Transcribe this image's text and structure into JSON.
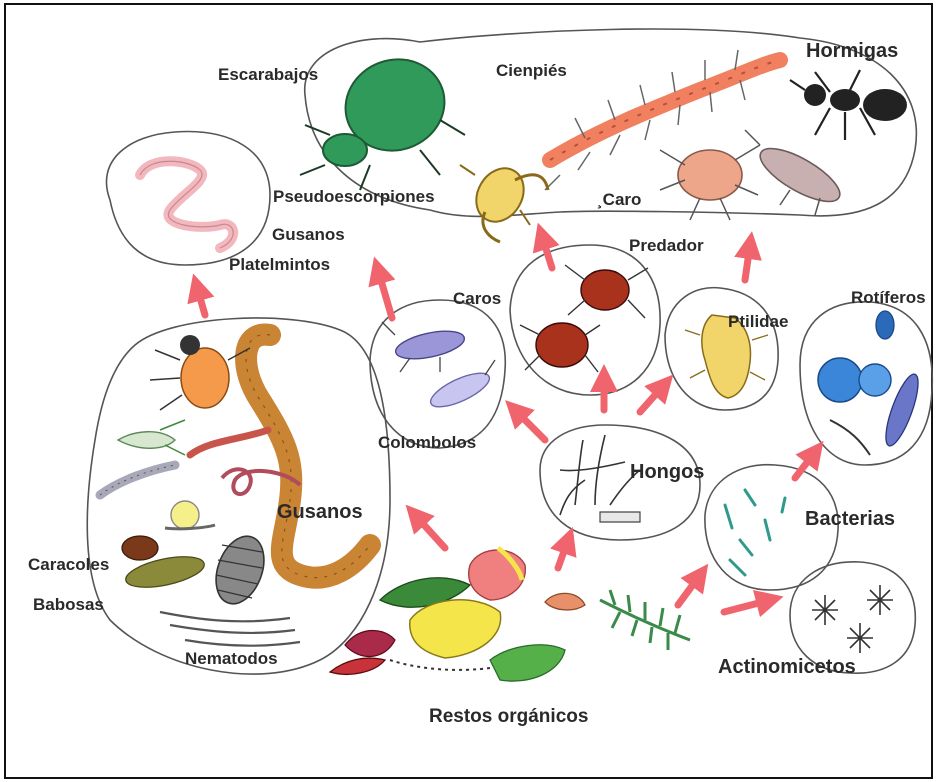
{
  "labels": {
    "escarabajos": "Escarabajos",
    "cienpies": "Cienpiés",
    "hormigas": "Hormigas",
    "pseudoescorpiones": "Pseudoescorpiones",
    "caro": "¸Caro",
    "gusanos_top": "Gusanos",
    "platelmintos": "Platelmintos",
    "predador": "Predador",
    "caros": "Caros",
    "ptilidae": "Ptilidae",
    "rotiferos": "Rotíferos",
    "colombolos": "Colombolos",
    "hongos": "Hongos",
    "gusanos_main": "Gusanos",
    "bacterias": "Bacterias",
    "caracoles": "Caracoles",
    "babosas": "Babosas",
    "nematodos": "Nematodos",
    "actinomicetos": "Actinomicetos",
    "restos": "Restos orgánicos"
  },
  "colors": {
    "arrow": "#f0646e",
    "outline": "#444444",
    "beetle": "#2f9a5a",
    "centipede": "#f08060",
    "ant": "#222222",
    "mite_orange": "#f59a4a",
    "mite_red": "#a8321c",
    "worm_brown": "#c98434",
    "flatworm": "#f2b8bd",
    "springtail": "#9a96d8",
    "rotifer": "#3b86d8",
    "bacteria": "#2f9a8c",
    "leaf_green": "#55b04a",
    "yellow": "#f4e64a"
  }
}
